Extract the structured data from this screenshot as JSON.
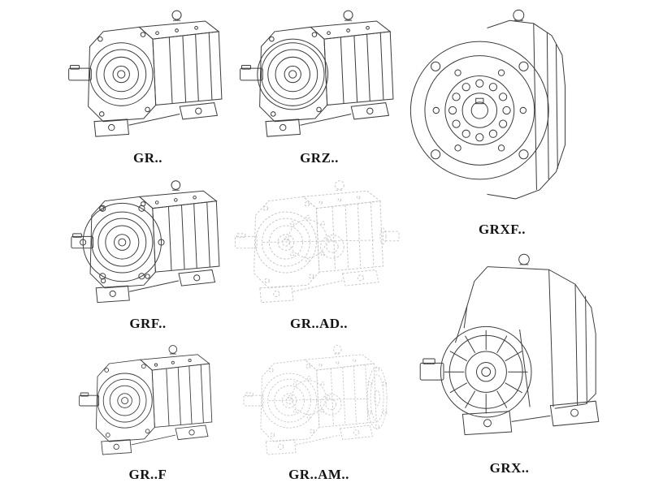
{
  "page": {
    "background": "#ffffff",
    "line_color": "#3d3d3d",
    "ghost_line_color": "#c5c5c5",
    "label_color": "#141414"
  },
  "models": [
    {
      "label": "GR.."
    },
    {
      "label": "GRZ.."
    },
    {
      "label": "GRXF.."
    },
    {
      "label": "GRF.."
    },
    {
      "label": "GR..AD.."
    },
    {
      "label": "GR..F"
    },
    {
      "label": "GR..AM.."
    },
    {
      "label": "GRX.."
    }
  ]
}
